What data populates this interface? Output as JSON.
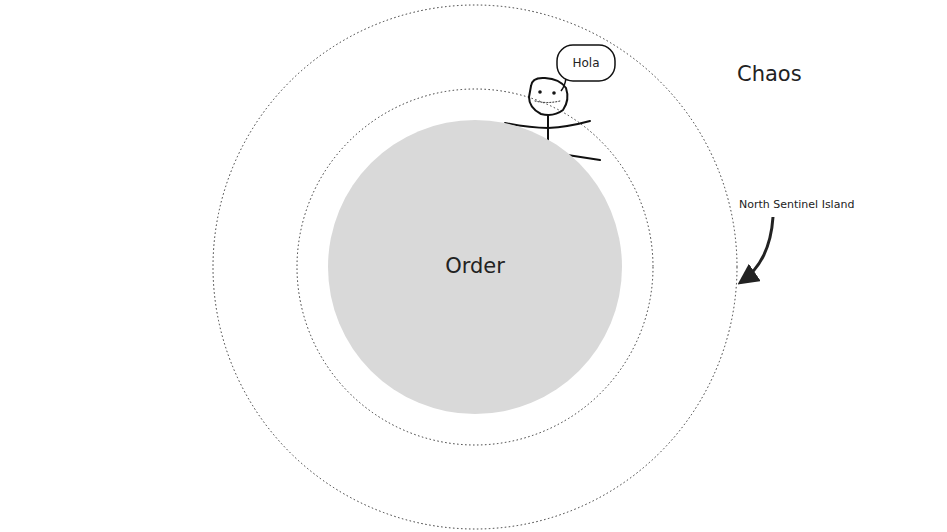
{
  "diagram": {
    "nodes": [
      {
        "text": [
          "Order"
        ]
      },
      {
        "text": [
          "Hola"
        ]
      }
    ],
    "labels": [
      "Chaos",
      "North Sentinel Island"
    ]
  }
}
